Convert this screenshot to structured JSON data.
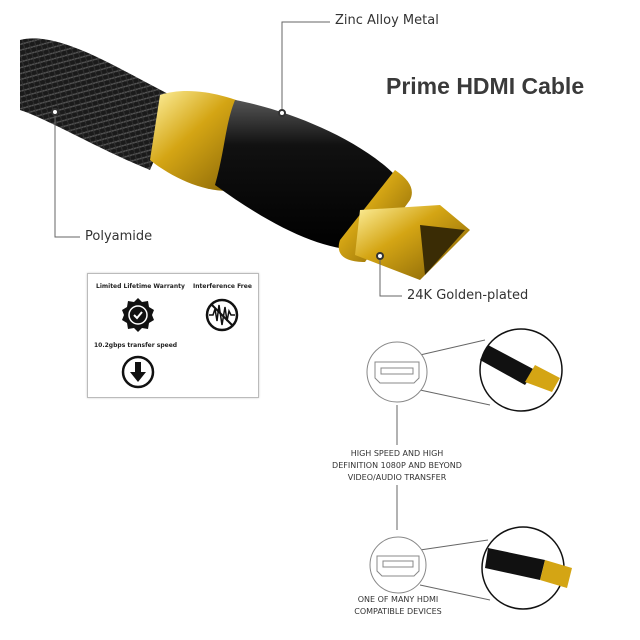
{
  "title": "Prime HDMI Cable",
  "callouts": {
    "zinc": "Zinc Alloy Metal",
    "polyamide": "Polyamide",
    "gold": "24K Golden-plated"
  },
  "features": [
    {
      "label": "Limited Lifetime Warranty",
      "icon": "badge-check-icon"
    },
    {
      "label": "Interference Free",
      "icon": "no-signal-noise-icon"
    },
    {
      "label": "10.2gbps transfer speed",
      "icon": "download-arrow-icon"
    }
  ],
  "captions": {
    "speed": [
      "HIGH SPEED AND HIGH",
      "DEFINITION 1080P AND BEYOND",
      "VIDEO/AUDIO TRANSFER"
    ],
    "devices": [
      "ONE OF MANY HDMI",
      "COMPATIBLE DEVICES"
    ]
  },
  "colors": {
    "gold": "#d4a514",
    "housing": "#111111",
    "text": "#333333"
  }
}
